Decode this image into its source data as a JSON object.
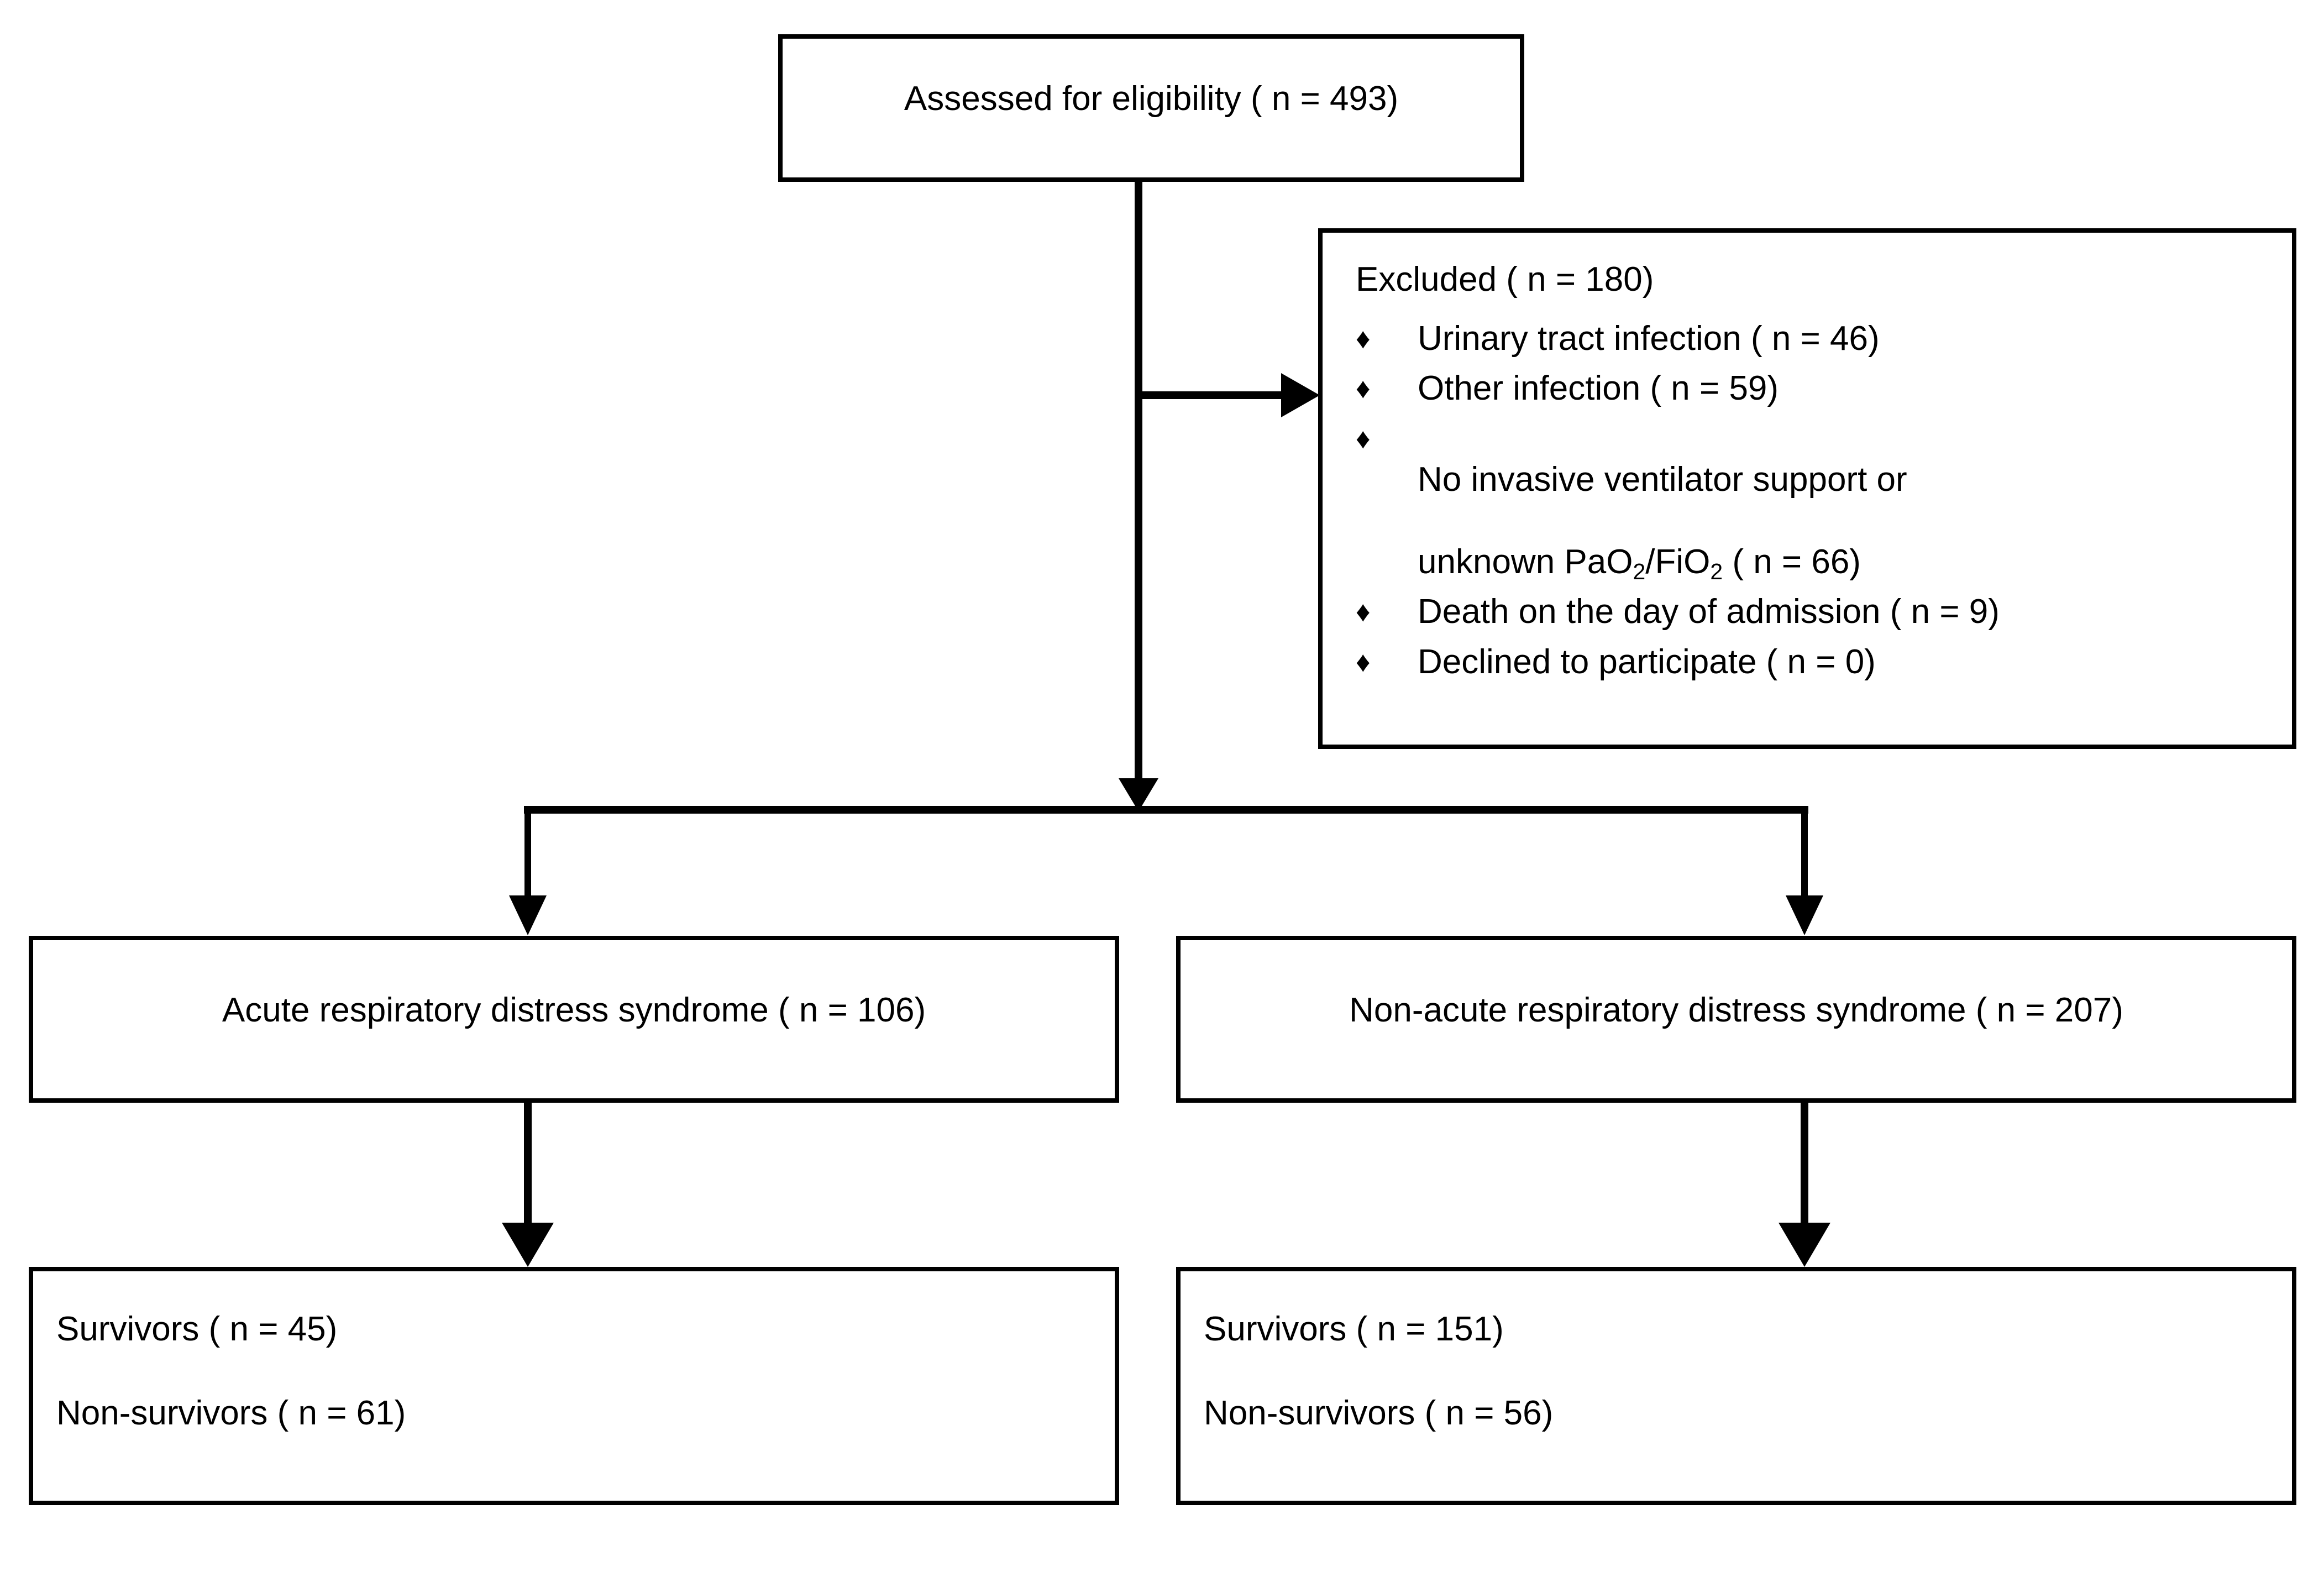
{
  "figure": {
    "type": "prisma-participant-flow-diagram",
    "orientation": "top-down",
    "line_color": "#000000",
    "box_fill": "#ffffff",
    "text_color": "#000000"
  },
  "nodes": {
    "assessed": {
      "label": "Assessed for eligibility ( n = 493)",
      "n": 493
    },
    "excluded": {
      "heading": "Excluded ( n = 180)",
      "n": 180,
      "bullet_glyph": "♦",
      "reasons": [
        {
          "label": "Urinary tract infection ( n = 46)",
          "n": 46
        },
        {
          "label": "Other infection ( n = 59)",
          "n": 59
        },
        {
          "label": "No invasive ventilator support or",
          "label_line2_prefix": "unknown PaO",
          "label_line2_mid": "/FiO",
          "label_line2_suffix": " ( n = 66)",
          "sub": "2",
          "n": 66
        },
        {
          "label": "Death on the day of admission ( n = 9)",
          "n": 9
        },
        {
          "label": "Declined to participate ( n = 0)",
          "n": 0
        }
      ]
    },
    "ards": {
      "label": "Acute respiratory distress syndrome ( n = 106)",
      "n": 106
    },
    "non_ards": {
      "label": "Non-acute respiratory distress syndrome ( n = 207)",
      "n": 207
    },
    "ards_outcomes": {
      "survivors": "Survivors ( n = 45)",
      "non_survivors": "Non-survivors ( n = 61)",
      "survivors_n": 45,
      "non_survivors_n": 61
    },
    "non_ards_outcomes": {
      "survivors": "Survivors ( n = 151)",
      "non_survivors": "Non-survivors ( n = 56)",
      "survivors_n": 151,
      "non_survivors_n": 56
    }
  },
  "edges": [
    {
      "from": "assessed",
      "to": "excluded",
      "style": "arrow-right"
    },
    {
      "from": "assessed",
      "to": "split-bus",
      "style": "arrow-down"
    },
    {
      "from": "split-bus",
      "to": "ards",
      "style": "arrow-down"
    },
    {
      "from": "split-bus",
      "to": "non_ards",
      "style": "arrow-down"
    },
    {
      "from": "ards",
      "to": "ards_outcomes",
      "style": "arrow-down"
    },
    {
      "from": "non_ards",
      "to": "non_ards_outcomes",
      "style": "arrow-down"
    }
  ]
}
